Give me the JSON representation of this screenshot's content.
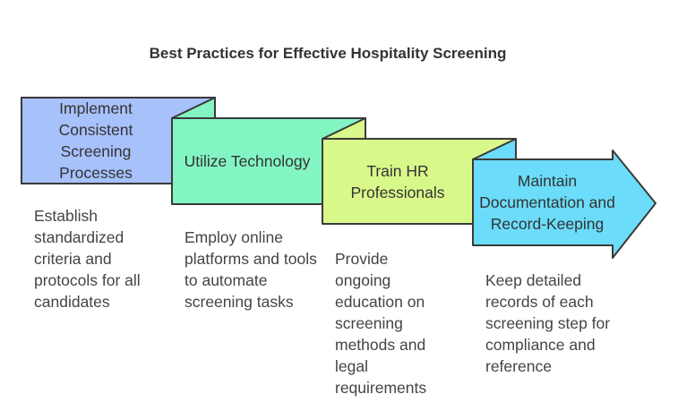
{
  "title": "Best Practices for Effective Hospitality Screening",
  "colors": {
    "step1": "#a7c1fb",
    "step2": "#83f5c2",
    "step3": "#d8f98a",
    "step4": "#6bdcf9",
    "outline": "#3a3a3a"
  },
  "steps": [
    {
      "label": "Implement Consistent Screening Processes",
      "description": "Establish standardized criteria and protocols for all candidates"
    },
    {
      "label": "Utilize Technology",
      "description": "Employ online platforms and tools to automate screening tasks"
    },
    {
      "label": "Train HR Professionals",
      "description": "Provide ongoing education on screening methods and legal requirements"
    },
    {
      "label": "Maintain Documentation and Record-Keeping",
      "description": "Keep detailed records of each screening step for compliance and reference"
    }
  ]
}
